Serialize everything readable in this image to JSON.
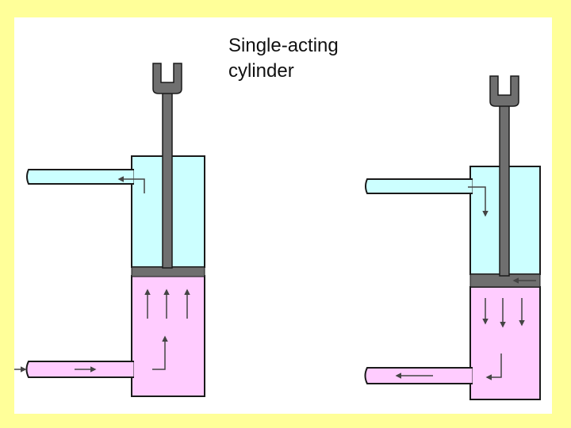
{
  "title": {
    "line1": "Single-acting",
    "line2": "cylinder"
  },
  "colors": {
    "slide_border": "#ffff99",
    "air_cyan": "#ccffff",
    "fluid_pink": "#ffccff",
    "piston_gray": "#6f6f6f",
    "outline": "#1a1a1a",
    "arrow": "#555555"
  },
  "diagrams": [
    {
      "name": "left-cylinder",
      "state": "extending",
      "piston_level": "upper"
    },
    {
      "name": "right-cylinder",
      "state": "retracting",
      "piston_level": "middle"
    }
  ]
}
